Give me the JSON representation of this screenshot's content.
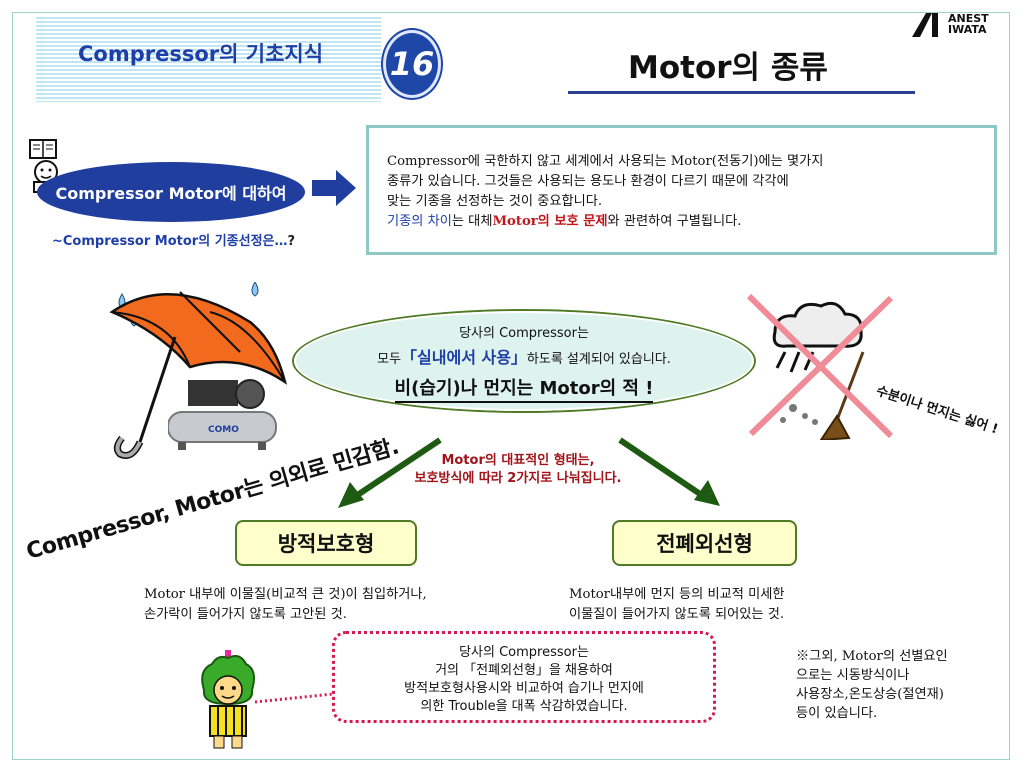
{
  "header": {
    "title": "Compressor의 기초지식",
    "section_number": "16",
    "page_title": "Motor의 종류"
  },
  "logo": {
    "line1": "ANEST",
    "line2": "IWATA"
  },
  "compressor_motor": {
    "label": "Compressor Motor에 대하여",
    "subtitle": "~Compressor Motor의 기종선정은…",
    "subtitle_q": "?"
  },
  "info": {
    "line1": "Compressor에 국한하지 않고 세계에서 사용되는 Motor(전동기)에는 몇가지",
    "line2": "종류가 있습니다. 그것들은 사용되는 용도나 환경이 다르기 때문에 각각에",
    "line3": "맞는 기종을 선정하는 것이 중요합니다.",
    "line4_blue": "기종의 차이",
    "line4_a": "는 대체",
    "line4_red": "Motor의 보호 문제",
    "line4_b": "와 관련하여 구별됩니다."
  },
  "center": {
    "line1": "당사의 Compressor는",
    "line2_a": "모두",
    "line2_hl": "「실내에서 사용」",
    "line2_b": "하도록 설계되어 있습니다.",
    "line3": "비(습기)나 먼지는 Motor의 적 !"
  },
  "compressor_logo": "COMO",
  "captions": {
    "rain": "수분이나 먼지는 싫어 !",
    "sensitive": "Compressor, Motor는 의외로 민감함."
  },
  "classification": {
    "line1": "Motor의 대표적인 형태는,",
    "line2": "보호방식에 따라 2가지로 나눠집니다."
  },
  "types": {
    "left": {
      "label": "방적보호형",
      "desc1": "Motor 내부에 이물질(비교적 큰 것)이 침입하거나,",
      "desc2": "손가락이 들어가지 않도록 고안된 것."
    },
    "right": {
      "label": "전폐외선형",
      "desc1": "Motor내부에 먼지 등의 비교적 미세한",
      "desc2": "이물질이 들어가지 않도록 되어있는 것."
    }
  },
  "note": {
    "line1": "※그외, Motor의 선별요인",
    "line2": "으로는 시동방식이나",
    "line3": "사용장소,온도상승(절연재)",
    "line4": "등이 있습니다."
  },
  "summary": {
    "line1": "당사의 Compressor는",
    "line2": "거의 「전폐외선형」을 채용하여",
    "line3": "방적보호형사용시와 비교하여 습기나 먼지에",
    "line4": "의한 Trouble을 대폭 삭감하였습니다."
  },
  "colors": {
    "navy": "#1f3e9e",
    "red": "#c0171c",
    "green": "#1f5a12",
    "teal_border": "#8ec7c6",
    "box_fill": "#ffffcc",
    "dotted": "#d41a52"
  }
}
